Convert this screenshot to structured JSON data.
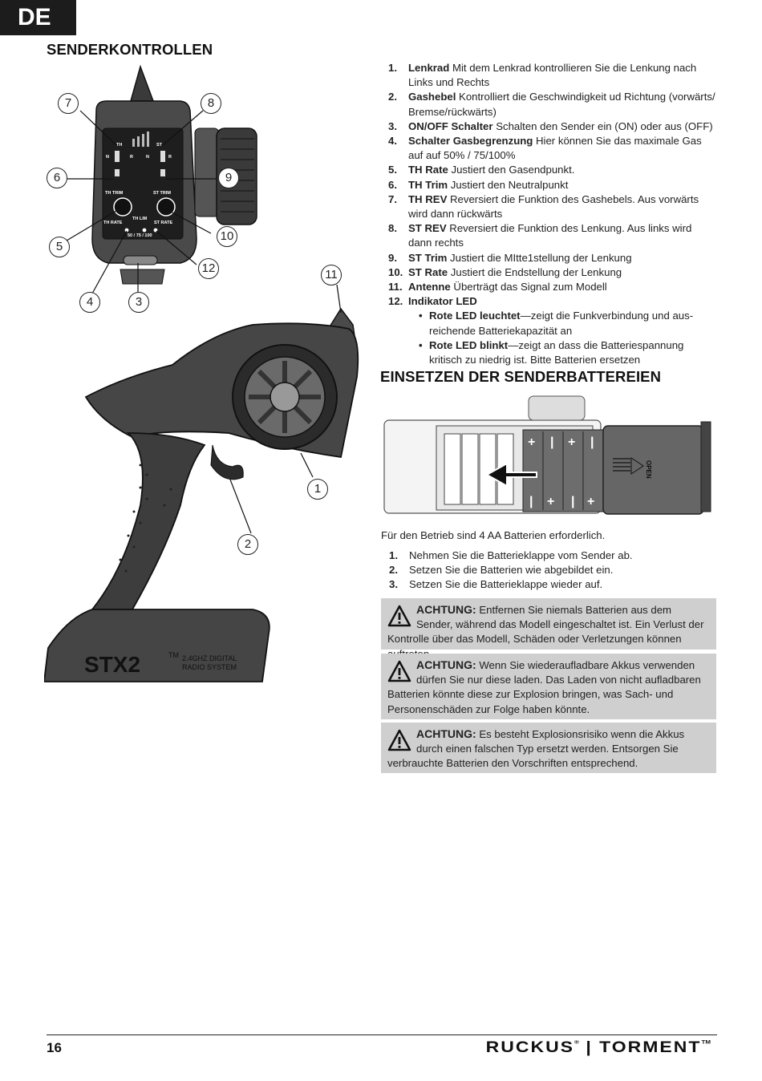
{
  "language_tab": "DE",
  "section_controls": {
    "title": "SENDERKONTROLLEN"
  },
  "section_battery": {
    "title": "EINSETZEN DER SENDERBATTEREIEN"
  },
  "controller_labels": {
    "th": "TH",
    "st": "ST",
    "n1": "N",
    "r1": "R",
    "n2": "N",
    "r2": "R",
    "th_trim": "TH TRIM",
    "st_trim": "ST TRIM",
    "th_rate": "TH RATE",
    "th_lim": "TH LIM",
    "st_rate": "ST RATE",
    "lim_values": "50 / 75 / 100",
    "model": "STX2",
    "tm": "TM",
    "system_line1": "2.4GHZ DIGITAL",
    "system_line2": "RADIO SYSTEM",
    "open": "OPEN"
  },
  "callouts": [
    "1",
    "2",
    "3",
    "4",
    "5",
    "6",
    "7",
    "8",
    "9",
    "10",
    "11",
    "12"
  ],
  "controls_list": [
    {
      "num": "1.",
      "term": "Lenkrad",
      "text": " Mit dem Lenkrad kontrollieren Sie die Lenkung nach Links und Rechts"
    },
    {
      "num": "2.",
      "term": "Gashebel",
      "text": " Kontrolliert die Geschwindigkeit ud Richtung (vorwärts/ Bremse/rückwärts)"
    },
    {
      "num": "3.",
      "term": "ON/OFF Schalter",
      "text": " Schalten den Sender ein (ON) oder aus (OFF)"
    },
    {
      "num": "4.",
      "term": "Schalter Gasbegrenzung",
      "text": " Hier können Sie das maximale Gas auf auf 50% / 75/100%"
    },
    {
      "num": "5.",
      "term": "TH Rate",
      "text": " Justiert den Gasendpunkt."
    },
    {
      "num": "6.",
      "term": "TH Trim",
      "text": " Justiert den Neutralpunkt"
    },
    {
      "num": "7.",
      "term": "TH REV",
      "text": " Reversiert die Funktion des Gashebels. Aus vorwärts wird dann rückwärts"
    },
    {
      "num": "8.",
      "term": "ST REV",
      "text": " Reversiert die Funktion des Lenkung. Aus links wird dann rechts"
    },
    {
      "num": "9.",
      "term": "ST Trim",
      "text": " Justiert die MItte1stellung der Lenkung"
    },
    {
      "num": "10.",
      "term": "ST Rate",
      "text": " Justiert die Endstellung der Lenkung"
    },
    {
      "num": "11.",
      "term": "Antenne",
      "text": " Überträgt das Signal zum Modell"
    },
    {
      "num": "12.",
      "term": "Indikator LED",
      "text": ""
    }
  ],
  "led_items": [
    {
      "bullet": "•",
      "term": "Rote LED leuchtet",
      "text": "—zeigt die Funkverbindung und aus-reichende Batteriekapazität an"
    },
    {
      "bullet": "•",
      "term": "Rote LED blinkt",
      "text": "—zeigt an dass die Batteriespannung kritisch zu niedrig ist. Bitte Batterien ersetzen"
    }
  ],
  "battery_intro": "Für den Betrieb sind 4 AA Batterien erforderlich.",
  "battery_steps": [
    {
      "num": "1.",
      "text": "Nehmen Sie die Batterieklappe vom Sender ab."
    },
    {
      "num": "2.",
      "text": "Setzen Sie die Batterien wie abgebildet ein."
    },
    {
      "num": "3.",
      "text": "Setzen Sie die Batterieklappe wieder auf."
    }
  ],
  "warnings": [
    {
      "label": "ACHTUNG:",
      "text": " Entfernen Sie niemals Batterien aus dem Sender, während das Modell eingeschaltet ist. Ein Verlust der Kontrolle über das Modell, Schäden oder Verletzungen können auftreten."
    },
    {
      "label": "ACHTUNG:",
      "text": " Wenn Sie wiederaufladbare Akkus verwenden dürfen Sie nur diese laden. Das Laden von nicht aufladbaren Batterien könnte diese zur Explosion bringen, was Sach- und Personenschäden zur Folge haben könnte."
    },
    {
      "label": "ACHTUNG:",
      "text": " Es besteht Explosionsrisiko wenn die Akkus durch einen falschen Typ ersetzt werden. Entsorgen Sie verbrauchte Batterien den Vorschriften entsprechend."
    }
  ],
  "footer": {
    "page_number": "16",
    "brand": "RUCKUS",
    "brand_mark": "®",
    "brand_separator": "|",
    "brand2": "TORMENT",
    "brand2_mark": "TM"
  }
}
